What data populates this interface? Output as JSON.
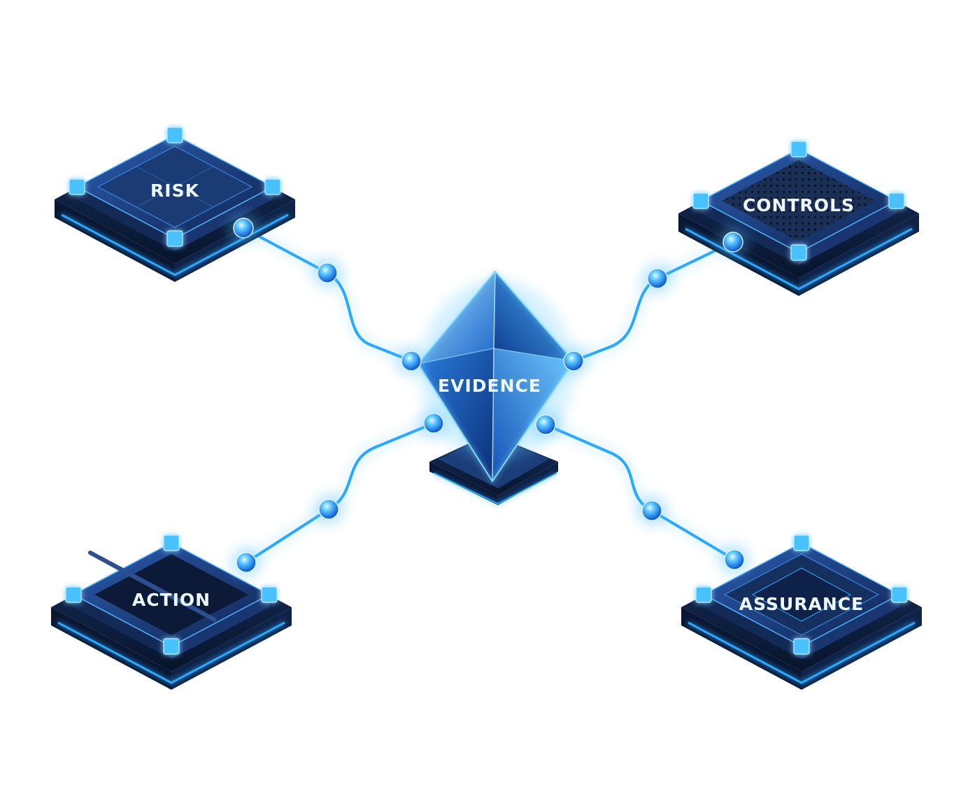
{
  "hub": {
    "label": "EVIDENCE",
    "icon": "crystal-diamond-icon"
  },
  "nodes": [
    {
      "id": "risk",
      "label": "RISK",
      "icon": "chip-grid-icon"
    },
    {
      "id": "controls",
      "label": "CONTROLS",
      "icon": "chip-mesh-icon"
    },
    {
      "id": "action",
      "label": "ACTION",
      "icon": "chip-heatsink-icon"
    },
    {
      "id": "assurance",
      "label": "ASSURANCE",
      "icon": "chip-core-icon"
    }
  ],
  "colors": {
    "background": "#ffffff",
    "accent": "#2aa8ff",
    "glow": "#6fd3ff",
    "module_dark": "#0d1c3b",
    "module_mid": "#17305e"
  }
}
